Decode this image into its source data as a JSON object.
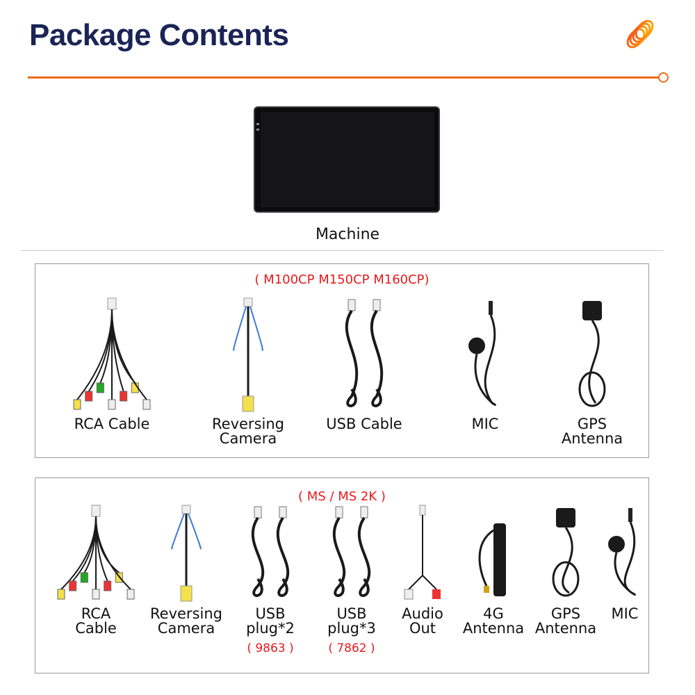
{
  "header": {
    "title": "Package Contents",
    "accent": "#f06a1a",
    "title_color": "#1b2456"
  },
  "machine": {
    "label": "Machine"
  },
  "group1": {
    "models": "( M100CP M150CP M160CP)",
    "items": [
      {
        "label": "RCA Cable",
        "icon": "rca-cable"
      },
      {
        "label": "Reversing\nCamera",
        "icon": "camera-cable"
      },
      {
        "label": "USB Cable",
        "icon": "usb-cable"
      },
      {
        "label": "MIC",
        "icon": "microphone"
      },
      {
        "label": "GPS\nAntenna",
        "icon": "gps-antenna"
      }
    ]
  },
  "group2": {
    "models": "( MS / MS 2K )",
    "items": [
      {
        "label": "RCA\nCable",
        "icon": "rca-cable"
      },
      {
        "label": "Reversing\nCamera",
        "icon": "camera-cable"
      },
      {
        "label": "USB\nplug*2",
        "sub": "( 9863 )",
        "icon": "usb-plug"
      },
      {
        "label": "USB\nplug*3",
        "sub": "( 7862 )",
        "icon": "usb-plug"
      },
      {
        "label": "Audio\nOut",
        "icon": "audio-cable"
      },
      {
        "label": "4G\nAntenna",
        "icon": "4g-antenna"
      },
      {
        "label": "GPS\nAntenna",
        "icon": "gps-antenna"
      },
      {
        "label": "MIC",
        "icon": "microphone"
      }
    ]
  }
}
